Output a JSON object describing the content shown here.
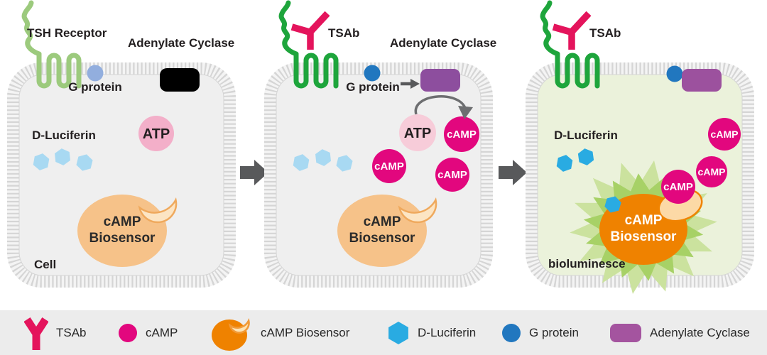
{
  "labels": {
    "tsh_receptor": "TSH Receptor",
    "tsab": "TSAb",
    "adenylate_cyclase": "Adenylate Cyclase",
    "g_protein": "G protein",
    "atp": "ATP",
    "camp": "cAMP",
    "d_luciferin": "D-Luciferin",
    "biosensor_line1": "cAMP",
    "biosensor_line2": "Biosensor",
    "cell": "Cell",
    "bioluminesce": "bioluminesce"
  },
  "panels": [
    {
      "name": "baseline-cell",
      "receptor_label": "TSH Receptor",
      "adenylate_cyclase_label": "Adenylate Cyclase",
      "g_protein_label": "G protein",
      "atp_label": "ATP",
      "d_luciferin_label": "D-Luciferin",
      "biosensor_line1": "cAMP",
      "biosensor_line2": "Biosensor",
      "cell_label": "Cell"
    },
    {
      "name": "tsab-stimulation",
      "tsab_label": "TSAb",
      "adenylate_cyclase_label": "Adenylate Cyclase",
      "g_protein_label": "G protein",
      "atp_label": "ATP",
      "camp_label": "cAMP",
      "biosensor_line1": "cAMP",
      "biosensor_line2": "Biosensor"
    },
    {
      "name": "bioluminescence",
      "tsab_label": "TSAb",
      "d_luciferin_label": "D-Luciferin",
      "camp_label": "cAMP",
      "biosensor_line1": "cAMP",
      "biosensor_line2": "Biosensor",
      "bioluminesce_label": "bioluminesce"
    }
  ],
  "legend": {
    "items": [
      {
        "name": "tsab",
        "label": "TSAb"
      },
      {
        "name": "camp",
        "label": "cAMP"
      },
      {
        "name": "camp-biosensor",
        "label": "cAMP Biosensor"
      },
      {
        "name": "d-luciferin",
        "label": "D-Luciferin"
      },
      {
        "name": "g-protein",
        "label": "G protein"
      },
      {
        "name": "adenylate-cyclase",
        "label": "Adenylate Cyclase"
      }
    ]
  },
  "colors": {
    "tsab": "#e4145c",
    "camp": "#e2077e",
    "camp_biosensor_active": "#ef8200",
    "camp_biosensor_inactive": "#f6c289",
    "d_luciferin": "#29abe2",
    "d_luciferin_inactive": "#a8d9f2",
    "g_protein": "#2177bf",
    "g_protein_inactive": "#92aede",
    "adenylate_cyclase": "#8d4e9e",
    "adenylate_cyclase_p3": "#9c519e",
    "adenylate_cyclase_legend": "#a4549f",
    "receptor_active": "#1ea53c",
    "receptor_inactive": "#9cca7d",
    "atp": "#f3afc9",
    "atp_faded": "#f7ccd9",
    "cell_interior": "#efefef",
    "cell_interior_active": "#ebf2db",
    "glow_outer": "#cbe29e",
    "glow_inner": "#a7d166",
    "arrow": "#58595b",
    "legend_bg": "#ececec"
  }
}
